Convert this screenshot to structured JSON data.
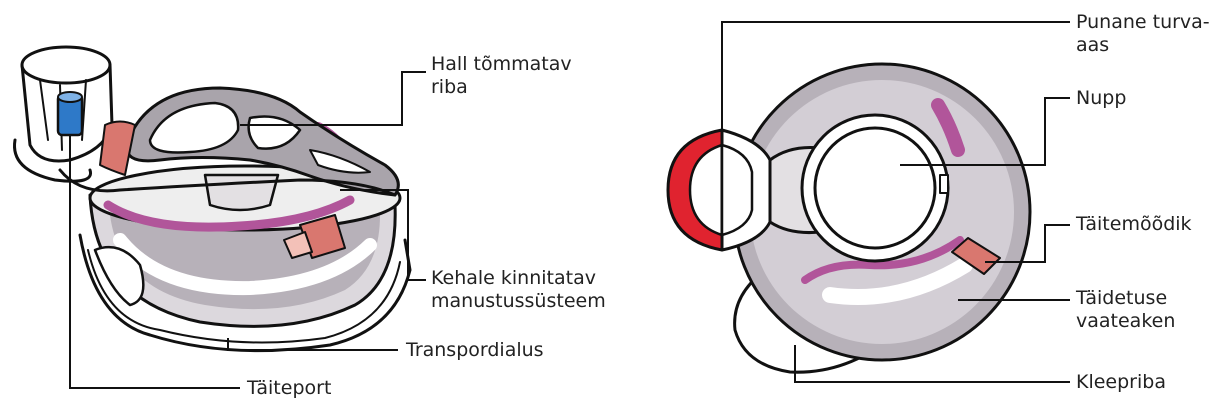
{
  "colors": {
    "outline": "#111111",
    "body_gray": "#b7b1b9",
    "body_light": "#dcd8dd",
    "magenta": "#b1559a",
    "salmon": "#d9776f",
    "blue": "#2e79c8",
    "red": "#e0232f"
  },
  "labels": {
    "gray_pull_strip": "Hall tõmmatav\nriba",
    "on_body_system": "Kehale kinnitatav\nmanustussüsteem",
    "transport_base": "Transpordialus",
    "fill_port": "Täiteport",
    "red_safety_loop": "Punane turva-\naas",
    "button": "Nupp",
    "fill_indicator": "Täitemõõdik",
    "fill_window": "Täidetuse\nvaateaken",
    "adhesive_tab": "Kleepriba"
  },
  "icons": [
    "device-side-view-illustration",
    "device-top-view-illustration"
  ]
}
